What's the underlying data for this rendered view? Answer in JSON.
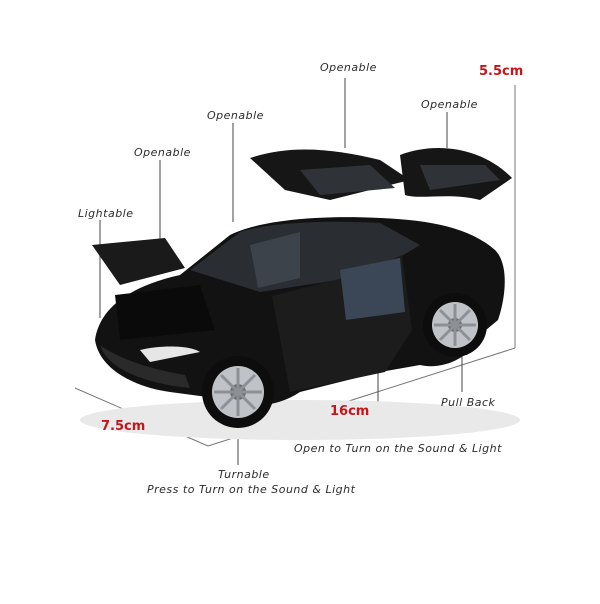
{
  "callouts": {
    "openable_top": "Openable",
    "openable_right": "Openable",
    "openable_mid": "Openable",
    "openable_left": "Openable",
    "lightable": "Lightable",
    "pull_back": "Pull Back",
    "open_sound_light": "Open to Turn on the Sound & Light",
    "turnable": "Turnable",
    "press_sound_light": "Press to Turn on the Sound & Light"
  },
  "dimensions": {
    "height": "5.5cm",
    "length": "16cm",
    "width": "7.5cm"
  },
  "colors": {
    "dimension_red": "#c4161c",
    "car_body": "#111111",
    "line_gray": "#555555"
  }
}
